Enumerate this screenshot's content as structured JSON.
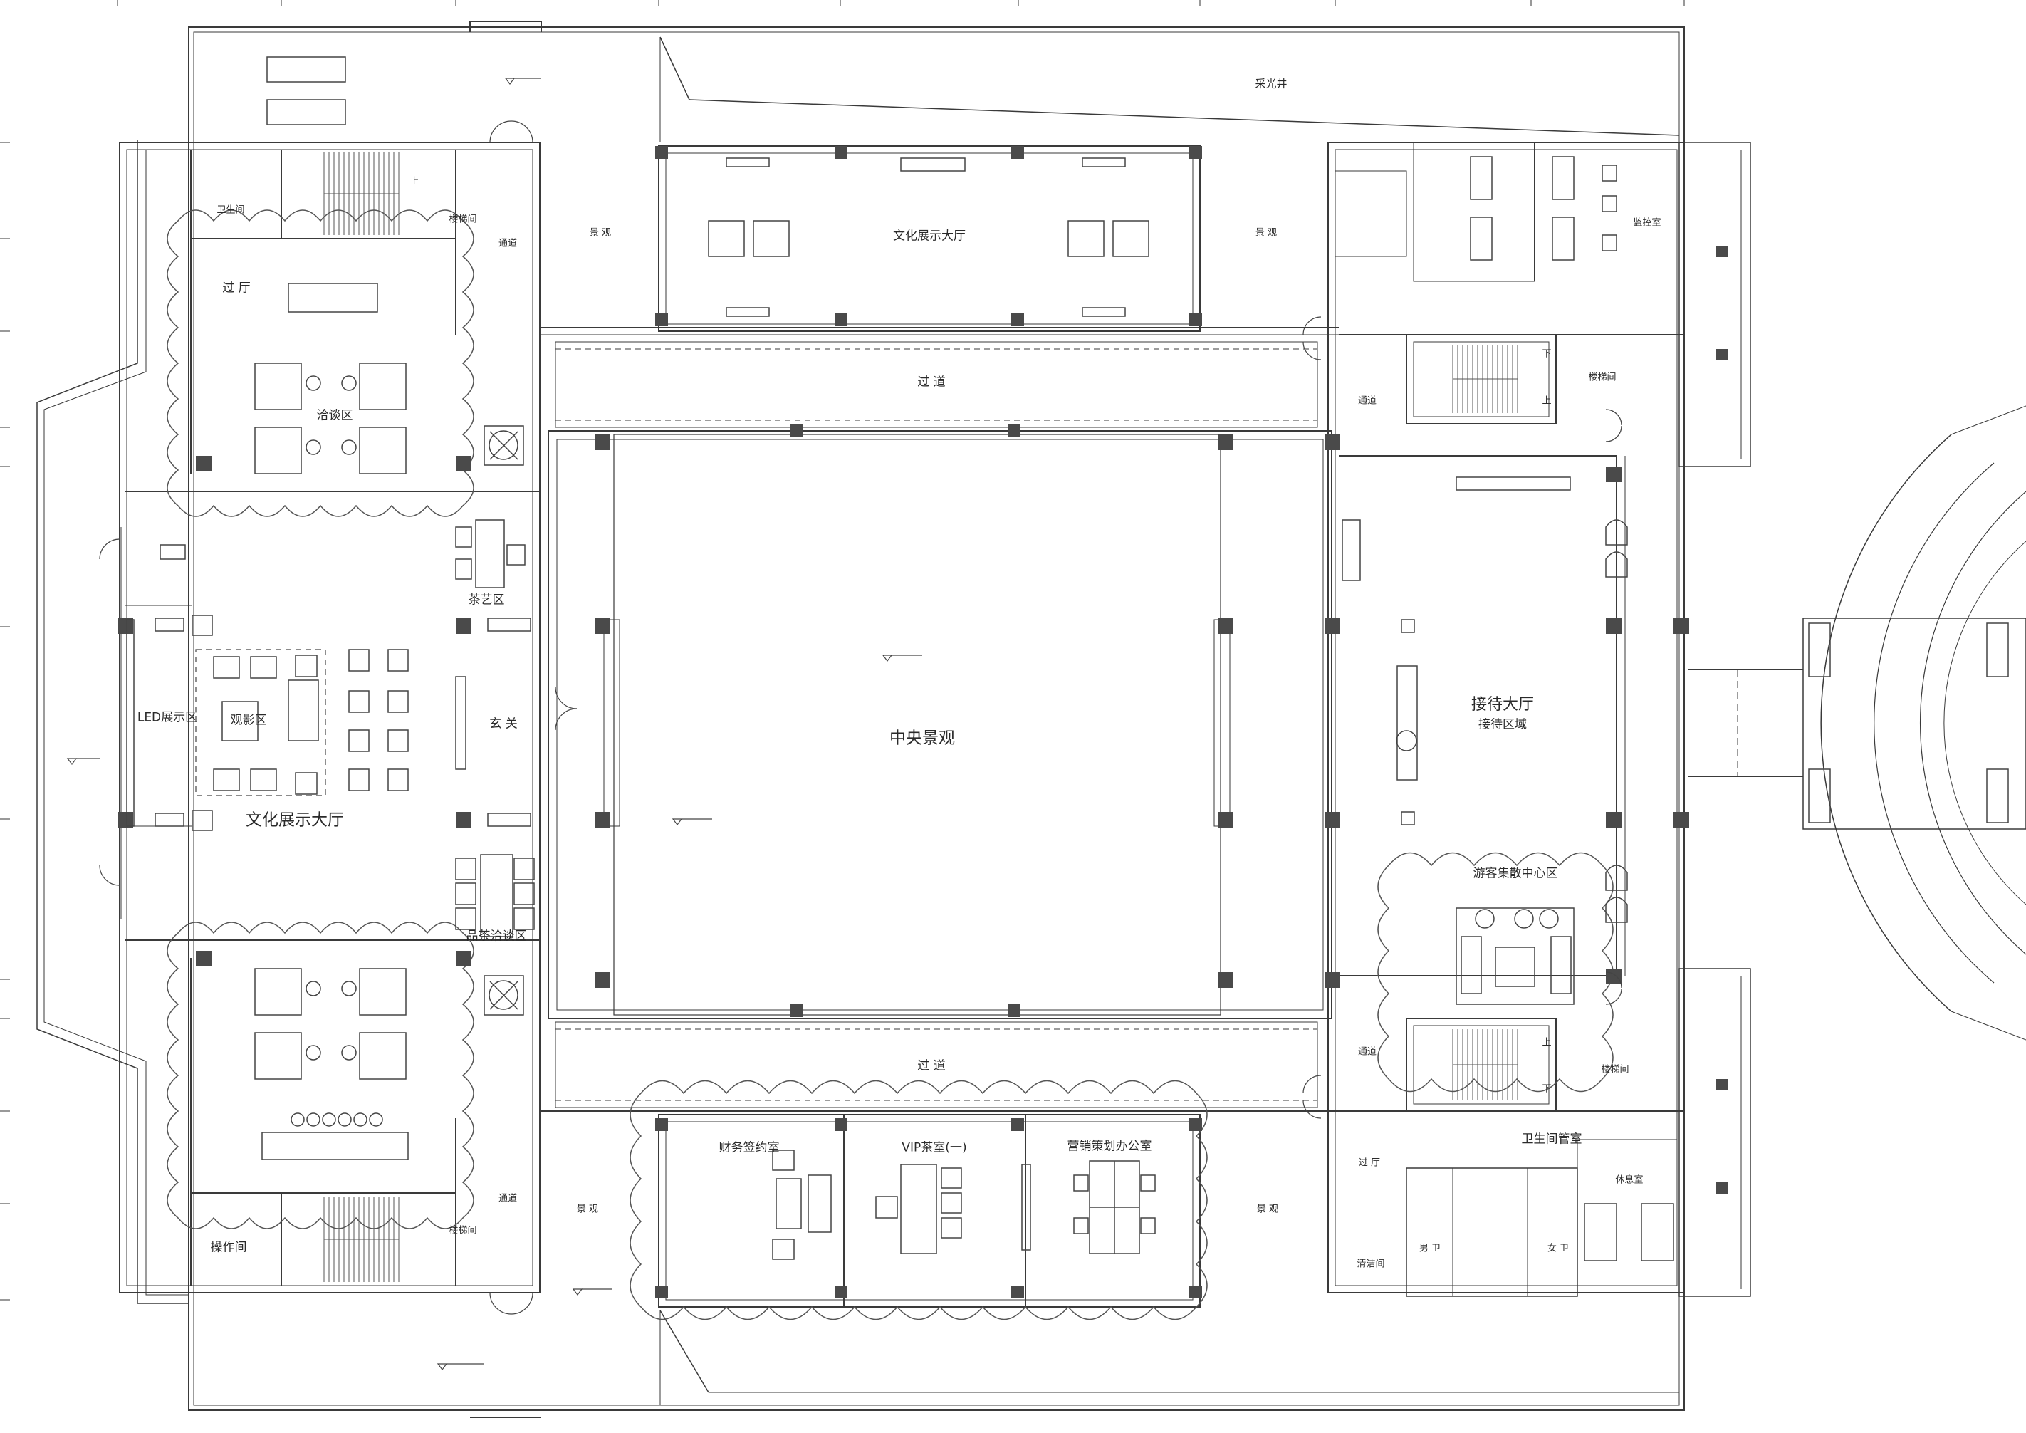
{
  "labels": {
    "top_skylight": "采光井",
    "north_culture_hall": "文化展示大厅",
    "west_culture_hall": "文化展示大厅",
    "central_landscape": "中央景观",
    "reception_hall": "接待大厅",
    "reception_area": "接待区域",
    "tourist_center": "游客集散中心区",
    "passage_north": "过  道",
    "passage_south": "过  道",
    "negotiation_area": "洽谈区",
    "foyer_nw": "过  厅",
    "restroom_nw": "卫生间",
    "stair_room_nw": "楼梯间",
    "passage_nw": "通道",
    "landscape_n1": "景  观",
    "landscape_n2": "景  观",
    "landscape_s1": "景  观",
    "landscape_s2": "景  观",
    "tea_area": "茶艺区",
    "entrance": "玄  关",
    "led_area": "LED展示区",
    "viewing_area": "观影区",
    "tea_negotiation": "品茶洽谈区",
    "passage_sw": "通道",
    "stair_room_sw": "楼梯间",
    "operation_room": "操作间",
    "finance_room": "财务签约室",
    "vip_tea_room": "VIP茶室(一)",
    "marketing_office": "营销策划办公室",
    "passage_e_north": "通道",
    "passage_e_south": "通道",
    "monitor_room": "监控室",
    "stair_room_e_north": "楼梯间",
    "stair_room_e_south": "楼梯间",
    "restroom_mgmt": "卫生间管室",
    "foyer_se": "过  厅",
    "rest_room": "休息室",
    "janitor_room": "清洁间",
    "mens_wc": "男  卫",
    "womens_wc": "女  卫",
    "up_nw": "上",
    "up_ne": "上",
    "down_ne": "下",
    "up_se": "上",
    "down_se": "下"
  },
  "icons": {
    "hvac_unit": "fan-icon",
    "door_swing": "door-icon",
    "elevation_mark": "triangle-marker-icon",
    "column": "column-icon"
  },
  "colors": {
    "wall": "#3a3a3a",
    "thin_line": "#555555",
    "column_fill": "#4a4a4a",
    "furniture": "#444444",
    "background": "#ffffff"
  }
}
